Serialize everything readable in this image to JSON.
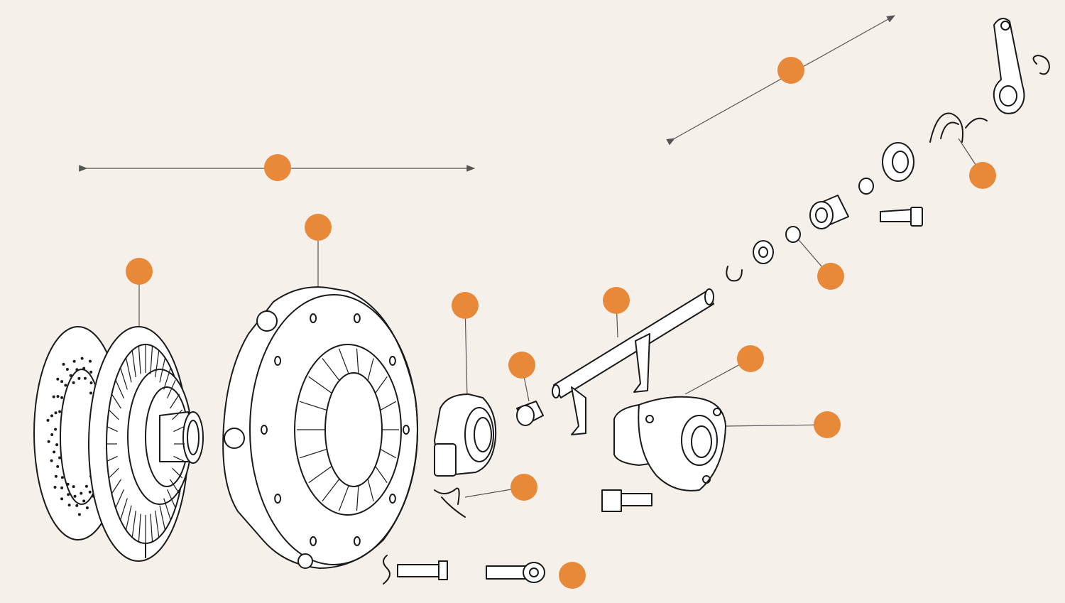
{
  "colors": {
    "background": "#f5f0ea",
    "callout": "#e8893a",
    "line": "#1a1a1a",
    "leader": "#555555"
  },
  "callouts": [
    "callout-assembly-group-upper",
    "callout-assembly-group-lower",
    "callout-pressure-plate",
    "callout-clutch-disc",
    "callout-release-bearing",
    "callout-bushing",
    "callout-release-fork-shaft",
    "callout-needle-bearing",
    "callout-return-spring",
    "callout-guide-sleeve",
    "callout-bearing-housing",
    "callout-retaining-clip",
    "callout-bolt"
  ]
}
